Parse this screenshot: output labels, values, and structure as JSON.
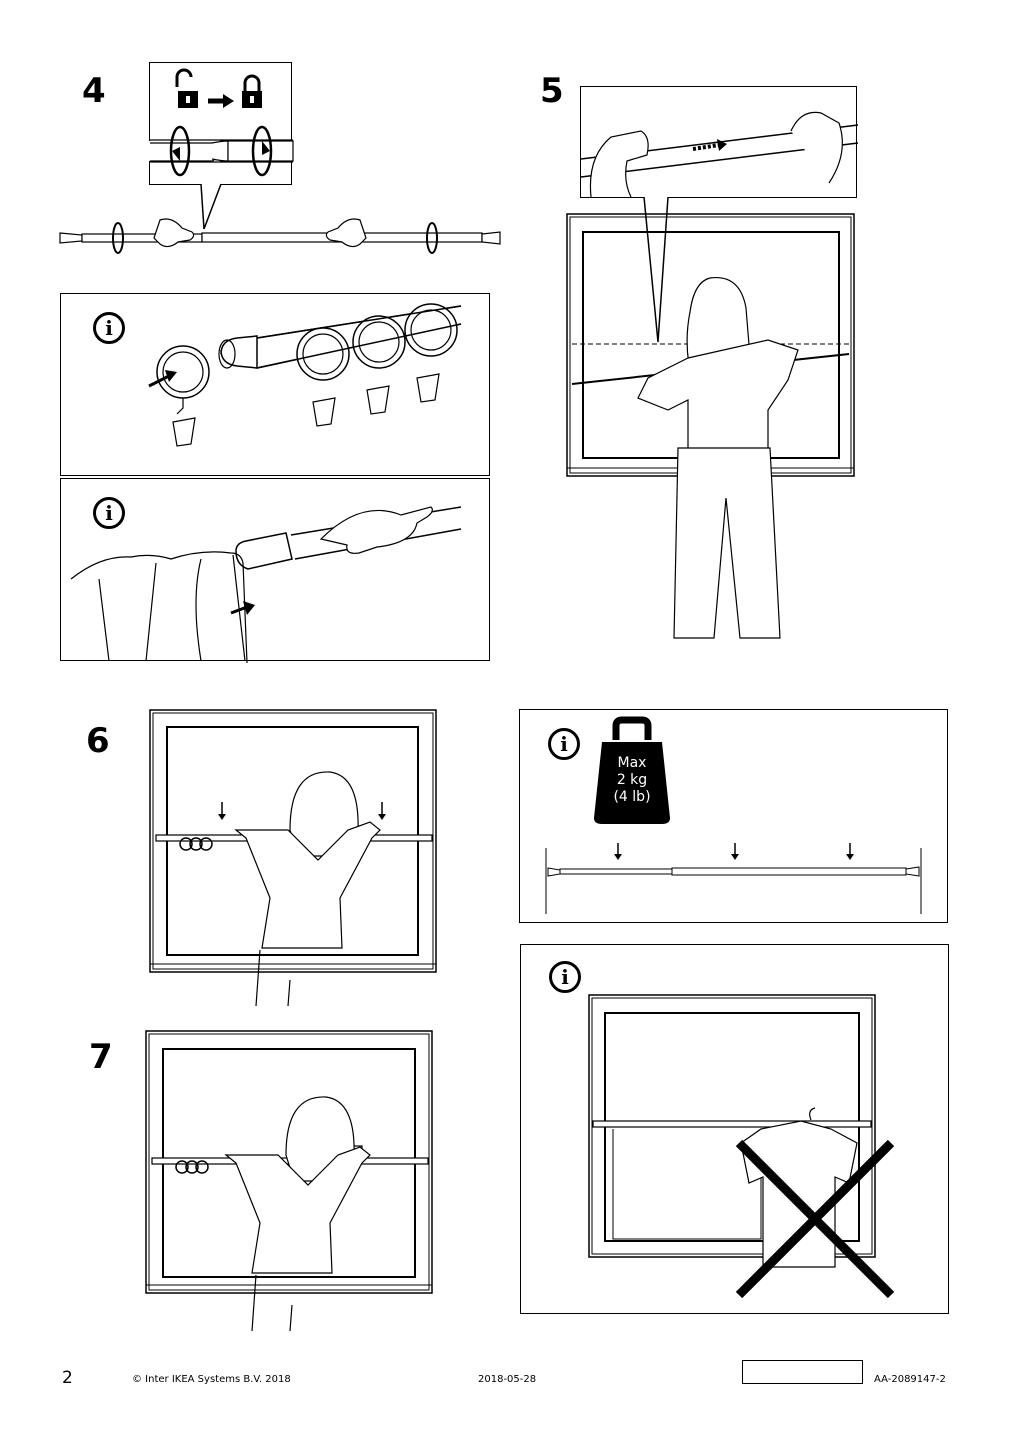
{
  "steps": {
    "s4": "4",
    "s5": "5",
    "s6": "6",
    "s7": "7"
  },
  "info_icon": "i",
  "weight_limit": {
    "line1": "Max",
    "line2": "2 kg",
    "line3": "(4 lb)"
  },
  "footer": {
    "page_number": "2",
    "copyright": "© Inter IKEA Systems B.V. 2018",
    "date": "2018-05-28",
    "doc_id": "AA-2089147-2"
  },
  "icons": [
    "lock-open-icon",
    "lock-closed-icon",
    "arrow-right-icon",
    "rotate-icon",
    "info-icon",
    "weight-icon",
    "cross-icon"
  ]
}
